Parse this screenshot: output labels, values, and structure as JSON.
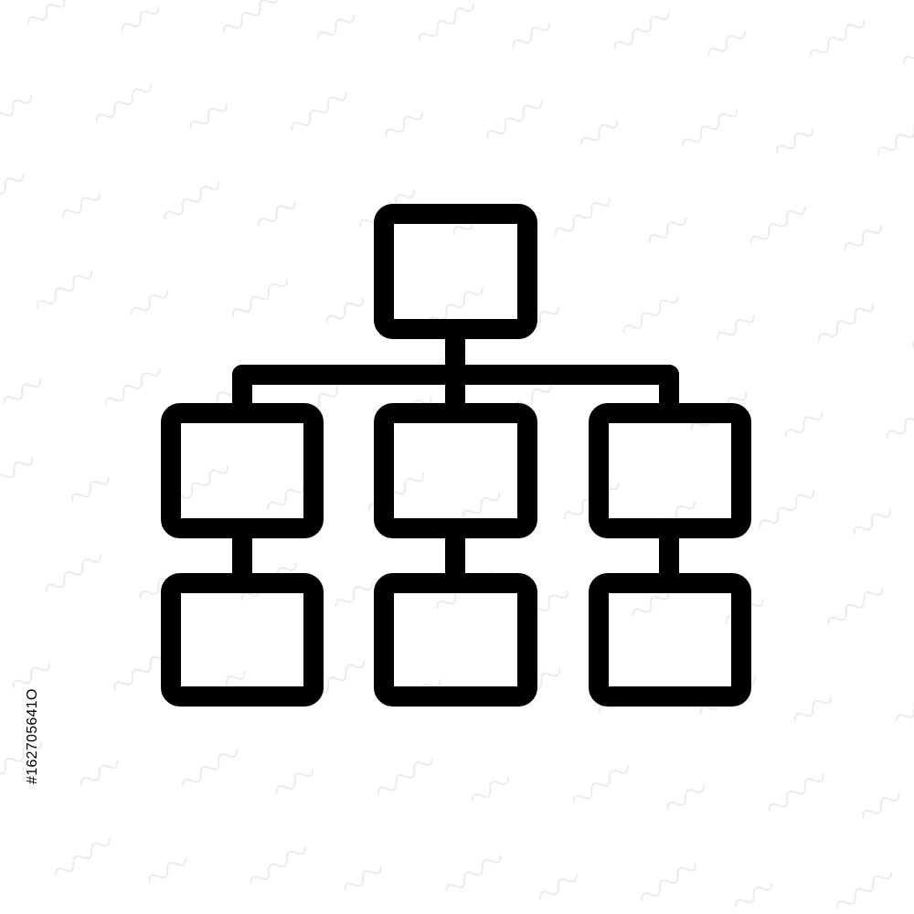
{
  "image": {
    "background_color": "#ffffff",
    "stroke_color": "#000000",
    "watermark": "Adobe Stock",
    "stock_id": "#162705641O"
  },
  "diagram": {
    "icon": "hierarchy-tree-icon",
    "root": "root-node",
    "levels": [
      [
        "root-node"
      ],
      [
        "child-node-left",
        "child-node-center",
        "child-node-right"
      ],
      [
        "leaf-node-left",
        "leaf-node-center",
        "leaf-node-right"
      ]
    ]
  }
}
